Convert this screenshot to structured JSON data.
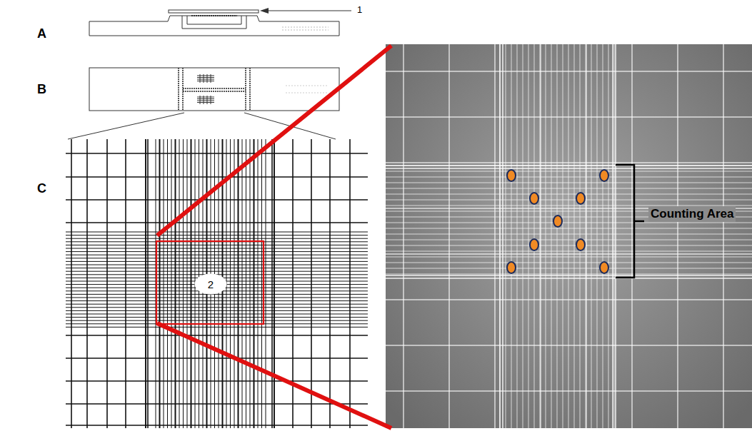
{
  "diagram": {
    "nodes": [
      {
        "text": [
          "2"
        ]
      }
    ],
    "labels": [
      "A",
      "B",
      "C",
      "1",
      "Counting Area"
    ]
  }
}
